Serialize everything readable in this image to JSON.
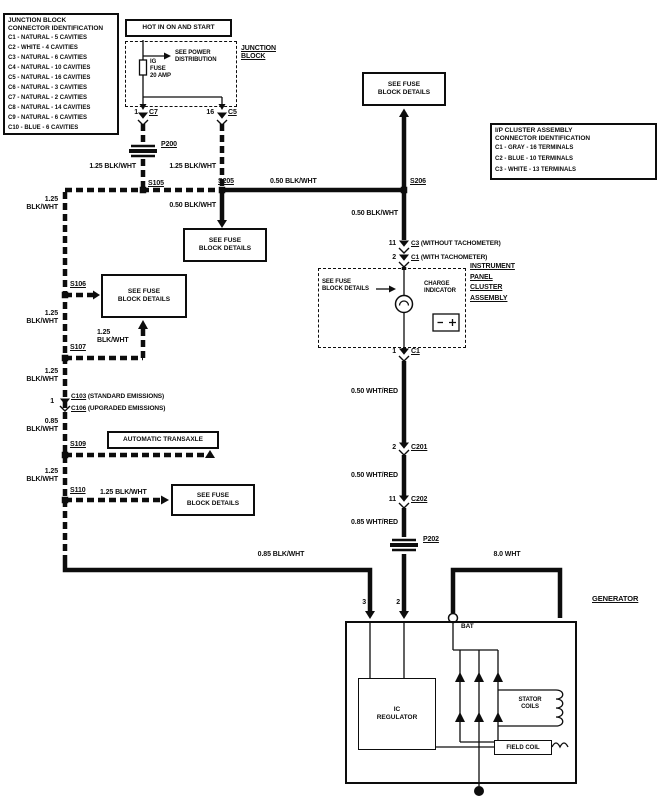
{
  "ink": "#0d0d0d",
  "legend_junction": {
    "title_line1": "JUNCTION BLOCK",
    "title_line2": "CONNECTOR IDENTIFICATION",
    "items": [
      "C1 - NATURAL - 5 CAVITIES",
      "C2 - WHITE - 4 CAVITIES",
      "C3 - NATURAL - 6 CAVITIES",
      "C4 - NATURAL - 10 CAVITIES",
      "C5 - NATURAL - 16 CAVITIES",
      "C6 - NATURAL - 3 CAVITIES",
      "C7 - NATURAL - 2 CAVITIES",
      "C8 - NATURAL - 14 CAVITIES",
      "C9 - NATURAL - 6 CAVITIES",
      "C10 - BLUE - 6 CAVITIES"
    ]
  },
  "legend_ip": {
    "title_line1": "I/P CLUSTER ASSEMBLY",
    "title_line2": "CONNECTOR IDENTIFICATION",
    "items": [
      "C1 - GRAY - 16 TERMINALS",
      "C2 - BLUE - 10 TERMINALS",
      "C3 - WHITE - 13 TERMINALS"
    ]
  },
  "top": {
    "hot": "HOT IN ON AND START",
    "see_power_l1": "SEE POWER",
    "see_power_l2": "DISTRIBUTION",
    "fuse": {
      "l1": "IG",
      "l2": "FUSE",
      "l3": "20 AMP"
    },
    "junction": {
      "l1": "JUNCTION",
      "l2": "BLOCK"
    }
  },
  "see_fuse": {
    "l1": "SEE FUSE",
    "l2": "BLOCK DETAILS"
  },
  "auto_transaxle": "AUTOMATIC TRANSAXLE",
  "splices": {
    "s105": "S105",
    "s106": "S106",
    "s107": "S107",
    "s109": "S109",
    "s110": "S110",
    "s205": "S205",
    "s206": "S206"
  },
  "connectors": {
    "p200": "P200",
    "p202": "P202",
    "c7": {
      "pin": "1",
      "name": "C7"
    },
    "c5": {
      "pin": "16",
      "name": "C5"
    },
    "c3t": {
      "pin": "11",
      "name": "C3",
      "desc": "(WITHOUT TACHOMETER)"
    },
    "c1t": {
      "pin": "2",
      "name": "C1",
      "desc": "(WITH TACHOMETER)"
    },
    "c1b": {
      "pin": "1",
      "name": "C1"
    },
    "c201": {
      "pin": "2",
      "name": "C201"
    },
    "c202": {
      "pin": "11",
      "name": "C202"
    },
    "c103": {
      "pin": "1",
      "name": "C103",
      "desc": "(STANDARD EMISSIONS)"
    },
    "c106": {
      "name": "C106",
      "desc": "(UPGRADED EMISSIONS)"
    }
  },
  "wire_labels": {
    "blkwht_125": "1.25 BLK/WHT",
    "blkwht_050": "0.50 BLK/WHT",
    "blkwht_085": "0.85 BLK/WHT",
    "whtred_050": "0.50 WHT/RED",
    "whtred_085": "0.85 WHT/RED",
    "wht_80": "8.0 WHT",
    "g125": "1.25",
    "g085": "0.85",
    "blkwht": "BLK/WHT"
  },
  "cluster": {
    "see_fuse_l1": "SEE FUSE",
    "see_fuse_l2": "BLOCK DETAILS",
    "charge_l1": "CHARGE",
    "charge_l2": "INDICATOR",
    "assembly_l1": "INSTRUMENT",
    "assembly_l2": "PANEL",
    "assembly_l3": "CLUSTER",
    "assembly_l4": "ASSEMBLY"
  },
  "generator": {
    "title": "GENERATOR",
    "bat": "BAT",
    "t3": "3",
    "t2": "2",
    "reg_l1": "IC",
    "reg_l2": "REGULATOR",
    "stator_l1": "STATOR",
    "stator_l2": "COILS",
    "field": "FIELD COIL"
  }
}
